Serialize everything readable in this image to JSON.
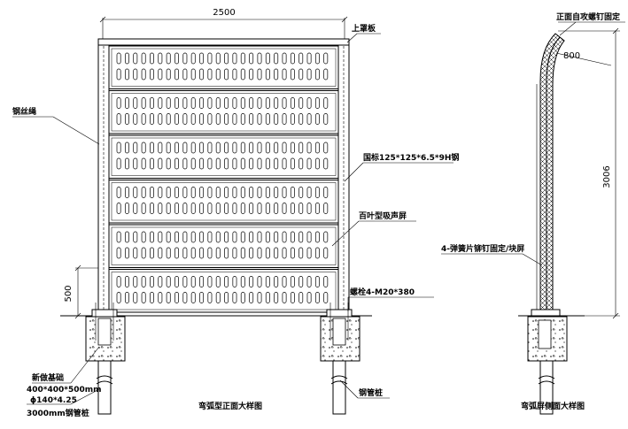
{
  "front": {
    "width_dim": "2500",
    "height_dim": "500",
    "labels": {
      "top_cover": "上罩板",
      "wire_rope": "钢丝绳",
      "h_steel": "国标125*125*6.5*9H钢",
      "louver_panel": "百叶型吸声屏",
      "anchor_bolt": "螺栓4-M20*380",
      "foundation_1": "新做基础",
      "foundation_2": "400*400*500mm",
      "foundation_3": "ϕ140*4.25",
      "foundation_4": "3000mm钢管桩",
      "steel_pile": "钢管桩",
      "title": "弯弧型正面大样图"
    }
  },
  "side": {
    "height_dim": "3006",
    "small_dim": "800",
    "labels": {
      "self_tapping": "正面自攻螺钉固定",
      "spring_rivet": "4-弹簧片铆钉固定/块屏",
      "title": "弯弧屏侧面大样图"
    }
  },
  "colors": {
    "line": "#000000",
    "background": "#ffffff"
  }
}
